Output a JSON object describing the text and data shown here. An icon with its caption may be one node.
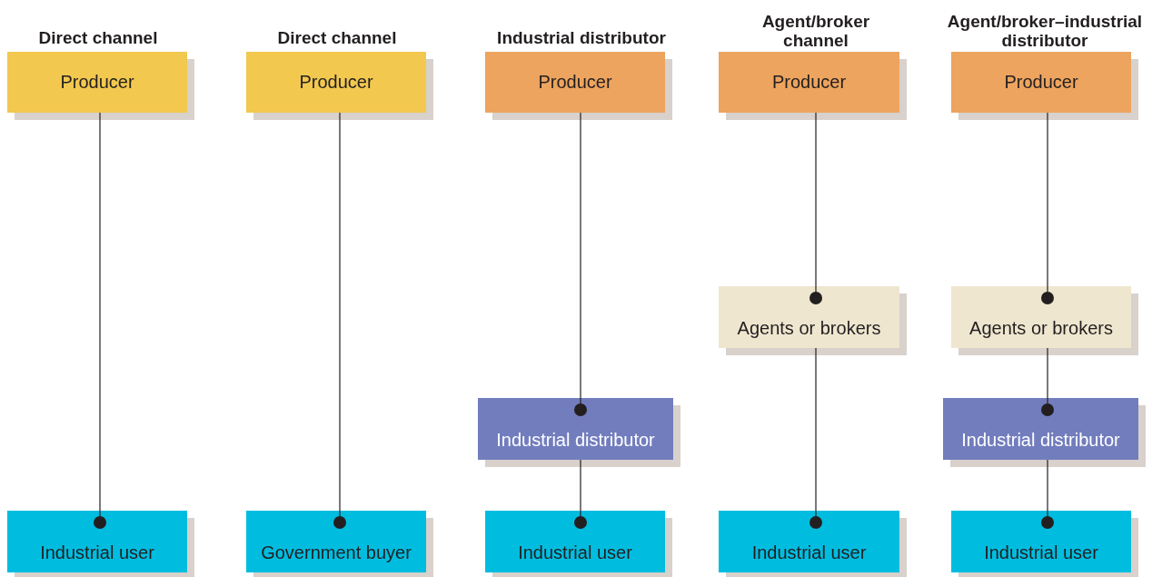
{
  "diagram": {
    "nodes": [
      {
        "text": [
          "Producer"
        ]
      },
      {
        "text": [
          "Industrial user"
        ]
      },
      {
        "text": [
          "Producer"
        ]
      },
      {
        "text": [
          "Government buyer"
        ]
      },
      {
        "text": [
          "Producer"
        ]
      },
      {
        "text": [
          "Industrial distributor"
        ]
      },
      {
        "text": [
          "Industrial user"
        ]
      },
      {
        "text": [
          "Producer"
        ]
      },
      {
        "text": [
          "Agents or brokers"
        ]
      },
      {
        "text": [
          "Industrial user"
        ]
      },
      {
        "text": [
          "Producer"
        ]
      },
      {
        "text": [
          "Agents or brokers"
        ]
      },
      {
        "text": [
          "Industrial distributor"
        ]
      },
      {
        "text": [
          "Industrial user"
        ]
      }
    ],
    "edges": [
      {
        "from": 0,
        "to": 1,
        "arrow": "other"
      },
      {
        "from": 2,
        "to": 3,
        "arrow": "other"
      },
      {
        "from": 4,
        "to": 5,
        "arrow": "other"
      },
      {
        "from": 5,
        "to": 6,
        "arrow": "other"
      },
      {
        "from": 7,
        "to": 8,
        "arrow": "other"
      },
      {
        "from": 8,
        "to": 9,
        "arrow": "other"
      },
      {
        "from": 10,
        "to": 11,
        "arrow": "other"
      },
      {
        "from": 11,
        "to": 12,
        "arrow": "other"
      },
      {
        "from": 12,
        "to": 13,
        "arrow": "other"
      }
    ],
    "labels": [
      "Direct channel",
      "Direct channel",
      "Industrial distributor",
      "Agent/broker channel",
      "Agent/broker–industrial distributor"
    ]
  }
}
